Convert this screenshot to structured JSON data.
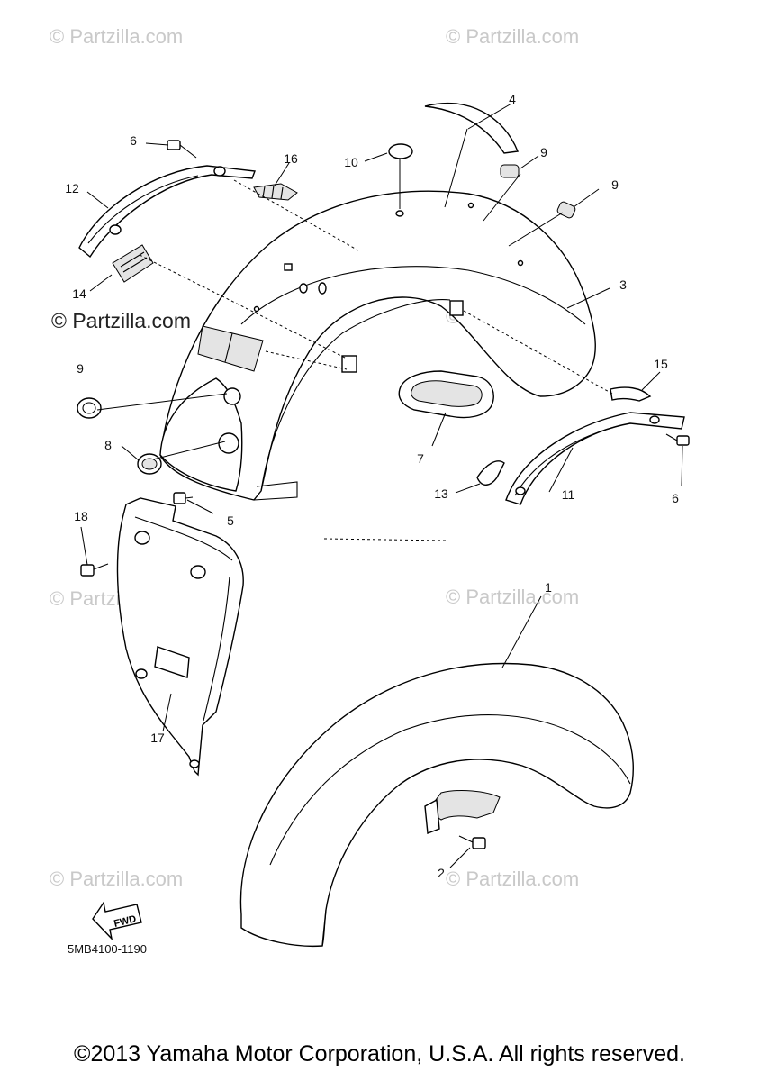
{
  "watermark": {
    "text": "© Partzilla.com"
  },
  "diagram_code": "5MB4100-1190",
  "fwd_arrow": {
    "label": "FWD",
    "icon": "forward-arrow-icon"
  },
  "footer": "©2013 Yamaha Motor Corporation, U.S.A. All rights reserved.",
  "callouts": {
    "c1": "1",
    "c2": "2",
    "c3": "3",
    "c4": "4",
    "c5": "5",
    "c6a": "6",
    "c6b": "6",
    "c7": "7",
    "c8": "8",
    "c9a": "9",
    "c9b": "9",
    "c9c": "9",
    "c10": "10",
    "c11": "11",
    "c12": "12",
    "c13": "13",
    "c14": "14",
    "c15": "15",
    "c16": "16",
    "c17": "17",
    "c18": "18"
  }
}
